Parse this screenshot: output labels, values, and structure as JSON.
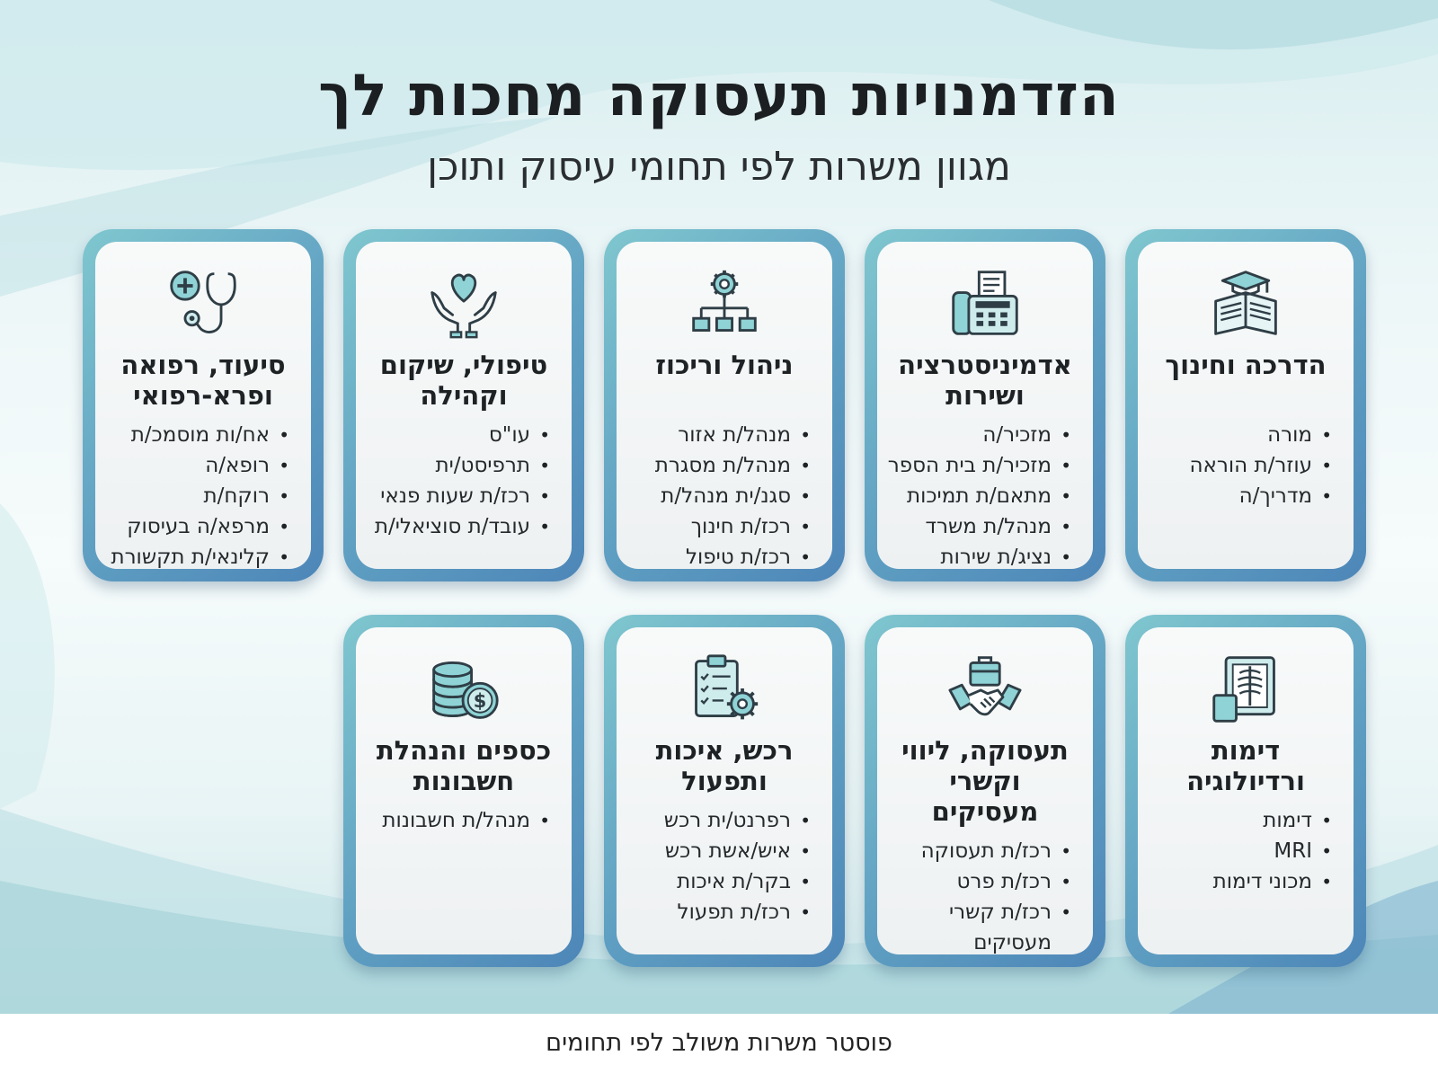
{
  "title": "הזדמנויות תעסוקה מחכות לך",
  "subtitle": "מגוון משרות לפי תחומי עיסוק ותוכן",
  "caption": "פוסטר משרות משולב לפי תחומים",
  "colors": {
    "card_frame_light": "#7fc7cf",
    "card_frame_dark": "#4d86b8",
    "card_inner": "#f3f5f6",
    "icon_fill": "#8fd3d6",
    "icon_stroke": "#2f3e46"
  },
  "cards": [
    {
      "icon": "graduation-book-icon",
      "title_lines": [
        "הדרכה וחינוך"
      ],
      "items": [
        "מורה",
        "עוזר/ת הוראה",
        "מדריך/ה"
      ]
    },
    {
      "icon": "fax-phone-icon",
      "title_lines": [
        "אדמיניסטרציה",
        "ושירות"
      ],
      "items": [
        "מזכיר/ה",
        "מזכיר/ת בית הספר",
        "מתאם/ת תמיכות",
        "מנהל/ת משרד",
        "נציג/ת שירות"
      ]
    },
    {
      "icon": "org-chart-gear-icon",
      "title_lines": [
        "ניהול וריכוז"
      ],
      "items": [
        "מנהל/ת אזור",
        "מנהל/ת מסגרת",
        "סגנ/ית מנהל/ת",
        "רכז/ת חינוך",
        "רכז/ת טיפול"
      ]
    },
    {
      "icon": "heart-hands-icon",
      "title_lines": [
        "טיפולי, שיקום",
        "וקהילה"
      ],
      "items": [
        "עו\"ס",
        "תרפיסט/ית",
        "רכז/ת שעות פנאי",
        "עובד/ת סוציאלי/ת"
      ]
    },
    {
      "icon": "stethoscope-icon",
      "title_lines": [
        "סיעוד, רפואה",
        "ופרא-רפואי"
      ],
      "items": [
        "אח/ות מוסמכ/ת",
        "רופא/ה",
        "רוקח/ת",
        "מרפא/ה בעיסוק",
        "קלינאי/ת תקשורת"
      ]
    },
    {
      "icon": "xray-scan-icon",
      "title_lines": [
        "דימות",
        "ורדיולוגיה"
      ],
      "items": [
        "דימות",
        "MRI",
        "מכוני דימות"
      ]
    },
    {
      "icon": "handshake-briefcase-icon",
      "title_lines": [
        "תעסוקה, ליווי",
        "וקשרי מעסיקים"
      ],
      "items": [
        "רכז/ת תעסוקה",
        "רכז/ת פרט",
        "רכז/ת קשרי",
        "מעסיקים"
      ],
      "continuation_index": 3
    },
    {
      "icon": "clipboard-gear-icon",
      "title_lines": [
        "רכש, איכות",
        "ותפעול"
      ],
      "items": [
        "רפרנט/ית רכש",
        "איש/אשת רכש",
        "בקר/ת איכות",
        "רכז/ת תפעול"
      ]
    },
    {
      "icon": "coins-dollar-icon",
      "title_lines": [
        "כספים והנהלת",
        "חשבונות"
      ],
      "items": [
        "מנהל/ת חשבונות"
      ]
    }
  ]
}
